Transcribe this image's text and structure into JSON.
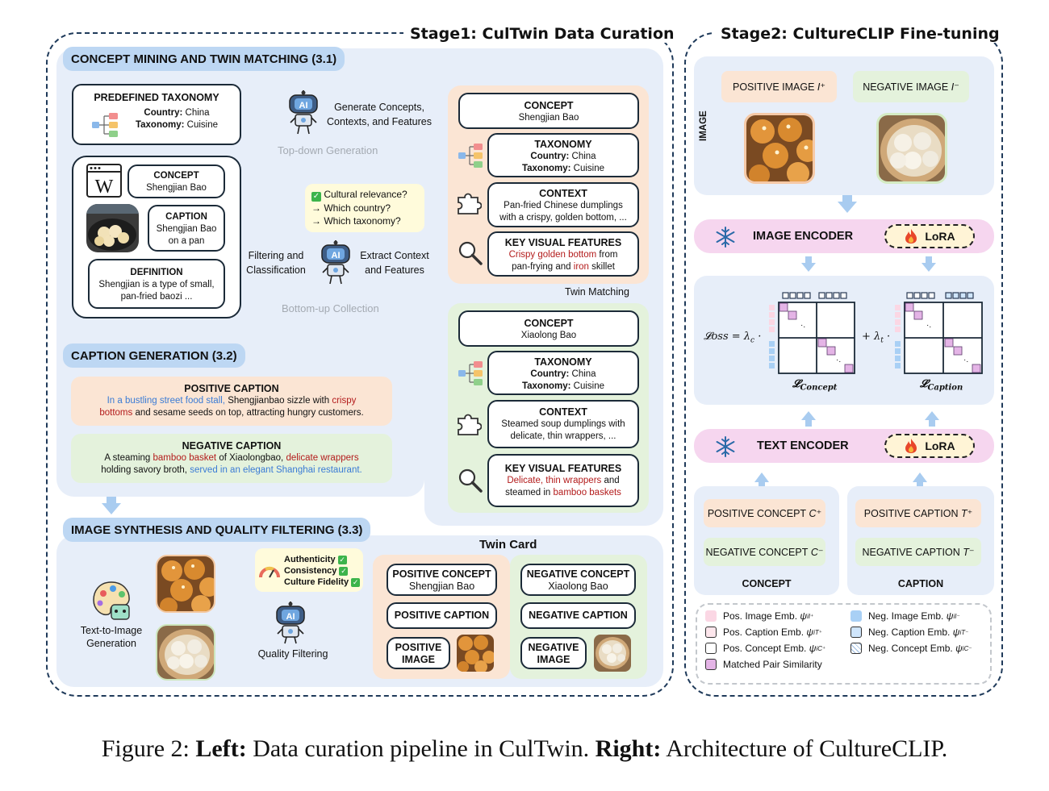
{
  "stage1": {
    "title": "Stage1: CulTwin Data Curation",
    "mining": {
      "label": "CONCEPT MINING AND TWIN MATCHING (3.1)",
      "taxonomy": {
        "title": "PREDEFINED TAXONOMY",
        "country_key": "Country:",
        "country_val": "China",
        "tax_key": "Taxonomy:",
        "tax_val": "Cuisine"
      },
      "generate_label": [
        "Generate Concepts,",
        "Contexts, and Features"
      ],
      "topdown": "Top-down Generation",
      "wiki": {
        "concept_title": "CONCEPT",
        "concept_val": "Shengjian Bao",
        "caption_title": "CAPTION",
        "caption_val": [
          "Shengjian Bao",
          "on a pan"
        ],
        "definition_title": "DEFINITION",
        "definition_val": [
          "Shengjian is a type of small,",
          "pan-fried baozi ..."
        ]
      },
      "questions": [
        "Cultural relevance?",
        "→ Which country?",
        "→ Which taxonomy?"
      ],
      "filtering_label": [
        "Filtering and",
        "Classification"
      ],
      "extract_label": [
        "Extract Context",
        "and Features"
      ],
      "bottomup": "Bottom-up Collection",
      "twin_matching": "Twin Matching",
      "positive": {
        "concept_title": "CONCEPT",
        "concept_val": "Shengjian Bao",
        "taxonomy_title": "TAXONOMY",
        "country_key": "Country:",
        "country_val": "China",
        "tax_key": "Taxonomy:",
        "tax_val": "Cuisine",
        "context_title": "CONTEXT",
        "context_val": [
          "Pan-fried Chinese dumplings",
          "with a crispy, golden bottom, ..."
        ],
        "kvf_title": "KEY VISUAL FEATURES",
        "kvf_red1": "Crispy golden bottom",
        "kvf_mid": " from",
        "kvf_pre2": "pan-frying and ",
        "kvf_red2": "iron",
        "kvf_post2": " skillet"
      },
      "negative": {
        "concept_title": "CONCEPT",
        "concept_val": "Xiaolong Bao",
        "taxonomy_title": "TAXONOMY",
        "country_key": "Country:",
        "country_val": "China",
        "tax_key": "Taxonomy:",
        "tax_val": "Cuisine",
        "context_title": "CONTEXT",
        "context_val": [
          "Steamed soup dumplings with",
          "delicate, thin wrappers, ..."
        ],
        "kvf_title": "KEY VISUAL FEATURES",
        "kvf_red1": "Delicate, thin wrappers",
        "kvf_mid": " and",
        "kvf_pre2": "steamed in ",
        "kvf_red2": "bamboo baskets"
      }
    },
    "caption_gen": {
      "label": "CAPTION GENERATION (3.2)",
      "positive": {
        "title": "POSITIVE CAPTION",
        "l1_blue": "In a bustling street food stall,",
        "l1_black": " Shengjianbao sizzle with ",
        "l1_red": "crispy",
        "l2_red": "bottoms",
        "l2_black": " and sesame seeds on top, attracting hungry customers."
      },
      "negative": {
        "title": "NEGATIVE CAPTION",
        "l1_a": "A steaming ",
        "l1_red1": "bamboo basket",
        "l1_b": " of Xiaolongbao, ",
        "l1_red2": "delicate wrappers",
        "l2_black": "holding savory broth, ",
        "l2_blue": "served in an elegant Shanghai restaurant."
      }
    },
    "synthesis": {
      "label": "IMAGE SYNTHESIS AND QUALITY FILTERING (3.3)",
      "t2i": [
        "Text-to-Image",
        "Generation"
      ],
      "checks": [
        "Authenticity",
        "Consistency",
        "Culture Fidelity"
      ],
      "quality": "Quality Filtering",
      "twin_card": "Twin Card",
      "pos_concept_title": "POSITIVE CONCEPT",
      "pos_concept_val": "Shengjian Bao",
      "neg_concept_title": "NEGATIVE CONCEPT",
      "neg_concept_val": "Xiaolong Bao",
      "pos_caption": "POSITIVE CAPTION",
      "neg_caption": "NEGATIVE CAPTION",
      "pos_image": [
        "POSITIVE",
        "IMAGE"
      ],
      "neg_image": [
        "NEGATIVE",
        "IMAGE"
      ]
    }
  },
  "stage2": {
    "title": "Stage2: CultureCLIP Fine-tuning",
    "image_side": "IMAGE",
    "pos_image": "POSITIVE IMAGE",
    "pos_image_sym": "I⁺",
    "neg_image": "NEGATIVE IMAGE",
    "neg_image_sym": "I⁻",
    "image_encoder": "IMAGE ENCODER",
    "text_encoder": "TEXT ENCODER",
    "lora": "LoRA",
    "loss_lhs": "𝓛oss = λ",
    "loss_sub_c": "c",
    "dot": " ·",
    "plus": "+ λ",
    "loss_sub_t": "t",
    "l_concept": "𝓛",
    "l_concept_sub": "Concept",
    "l_caption": "𝓛",
    "l_caption_sub": "Caption",
    "pos_concept": "POSITIVE CONCEPT",
    "pos_concept_sym": "C⁺",
    "neg_concept": "NEGATIVE CONCEPT",
    "neg_concept_sym": "C⁻",
    "pos_caption": "POSITIVE CAPTION",
    "pos_caption_sym": "T⁺",
    "neg_caption": "NEGATIVE CAPTION",
    "neg_caption_sym": "T⁻",
    "concept_col": "CONCEPT",
    "caption_col": "CAPTION",
    "legend": [
      {
        "label": "Pos. Image Emb.",
        "sym": "ψ",
        "sub": "i",
        "sup": "I⁺",
        "color": "#fbd7e4"
      },
      {
        "label": "Pos. Caption Emb.",
        "sym": "ψ",
        "sub": "i",
        "sup": "T⁺",
        "color": "#fde6ec"
      },
      {
        "label": "Pos. Concept Emb.",
        "sym": "ψ",
        "sub": "i",
        "sup": "C⁺",
        "color": "#ffffff"
      },
      {
        "label": "Matched Pair Similarity",
        "sym": "",
        "sub": "",
        "sup": "",
        "color": "#e4b4e6"
      },
      {
        "label": "Neg. Image Emb.",
        "sym": "ψ",
        "sub": "i",
        "sup": "I⁻",
        "color": "#a9d0f5"
      },
      {
        "label": "Neg. Caption Emb.",
        "sym": "ψ",
        "sub": "i",
        "sup": "T⁻",
        "color": "#cfe5fb"
      },
      {
        "label": "Neg. Concept Emb.",
        "sym": "ψ",
        "sub": "i",
        "sup": "C⁻",
        "color": "#ffffff"
      }
    ]
  },
  "caption": {
    "prefix": "Figure 2: ",
    "left_b": "Left:",
    "left_t": " Data curation pipeline in CulTwin. ",
    "right_b": "Right:",
    "right_t": " Architecture of CultureCLIP."
  }
}
